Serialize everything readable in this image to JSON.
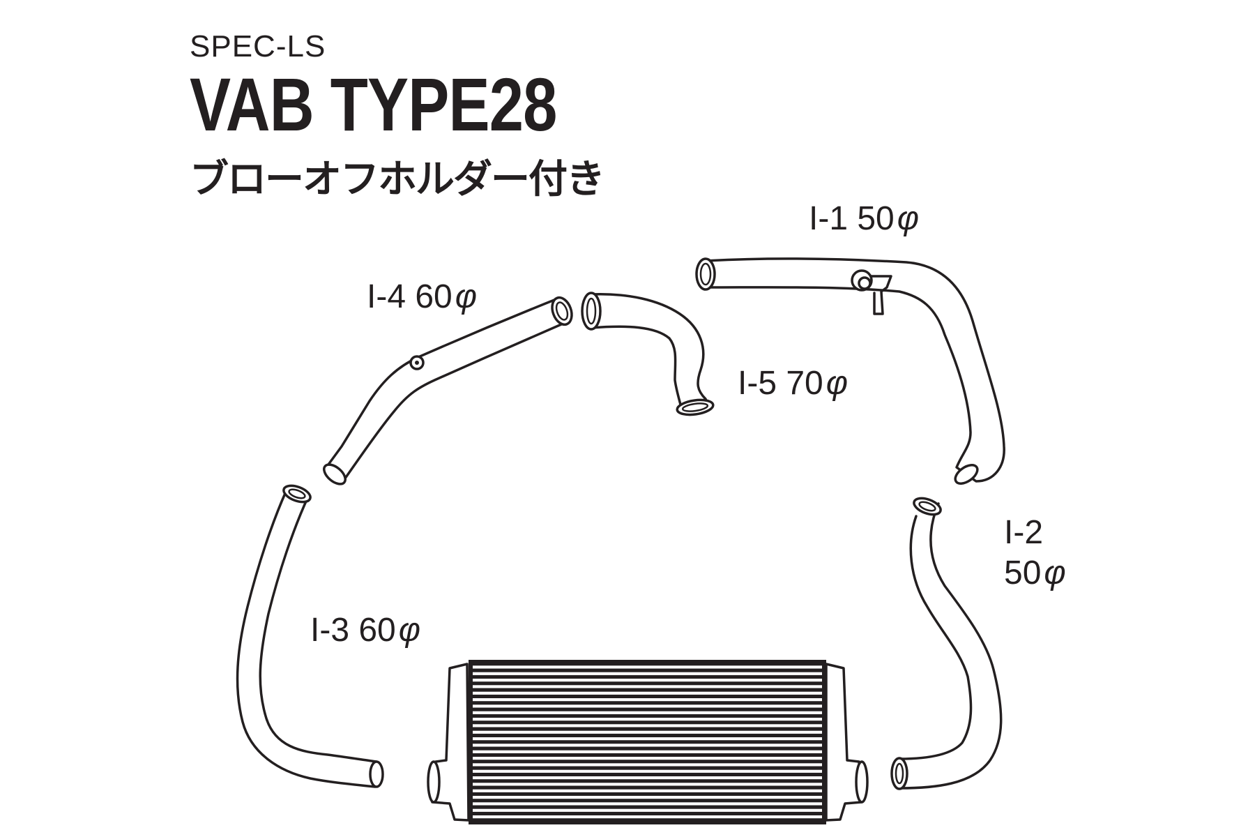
{
  "header": {
    "subtitle": "SPEC-LS",
    "model": "VAB TYPE28",
    "option": "ブローオフホルダー付き"
  },
  "parts": [
    {
      "code": "I-1",
      "diameter": "50",
      "unit": "φ"
    },
    {
      "code": "I-2",
      "diameter": "50",
      "unit": "φ"
    },
    {
      "code": "I-3",
      "diameter": "60",
      "unit": "φ"
    },
    {
      "code": "I-4",
      "diameter": "60",
      "unit": "φ"
    },
    {
      "code": "I-5",
      "diameter": "70",
      "unit": "φ"
    }
  ]
}
